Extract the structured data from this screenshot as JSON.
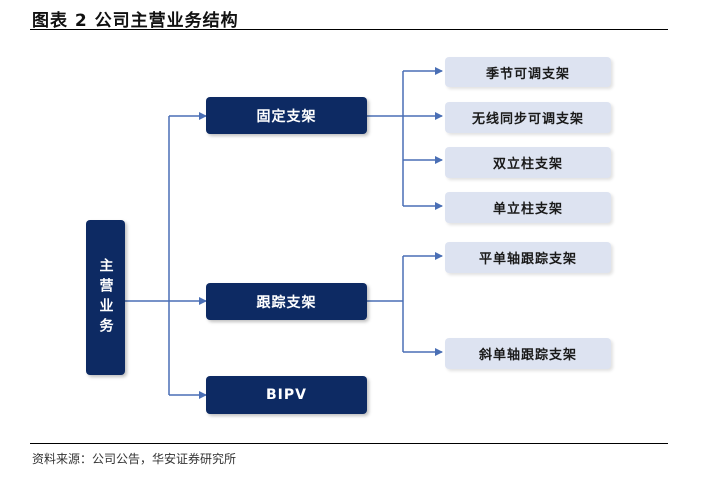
{
  "figure": {
    "title": "图表 2  公司主营业务结构",
    "source": "资料来源：公司公告，华安证券研究所"
  },
  "diagram": {
    "root": "主营业务",
    "level1": [
      {
        "label": "固定支架"
      },
      {
        "label": "跟踪支架"
      },
      {
        "label": "BIPV"
      }
    ],
    "fixed_children": [
      "季节可调支架",
      "无线同步可调支架",
      "双立柱支架",
      "单立柱支架"
    ],
    "tracking_children": [
      "平单轴跟踪支架",
      "斜单轴跟踪支架"
    ]
  },
  "colors": {
    "dark_node": "#0d2a63",
    "light_node": "#dde3f1",
    "connector": "#4a6fb5"
  }
}
